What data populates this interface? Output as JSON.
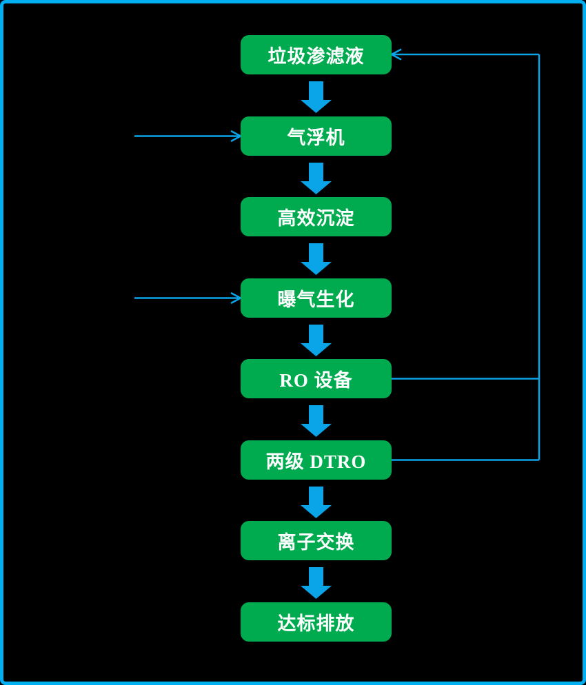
{
  "diagram": {
    "description": "垃圾渗滤液处理工艺流程图",
    "nodes": [
      {
        "id": "leachate",
        "label": "垃圾渗滤液"
      },
      {
        "id": "air-flotation",
        "label": "气浮机"
      },
      {
        "id": "sedimentation",
        "label": "高效沉淀"
      },
      {
        "id": "aeration",
        "label": "曝气生化"
      },
      {
        "id": "ro",
        "label": "RO 设备"
      },
      {
        "id": "dtro",
        "label": "两级 DTRO"
      },
      {
        "id": "ion-exchange",
        "label": "离子交换"
      },
      {
        "id": "discharge",
        "label": "达标排放"
      }
    ],
    "edges": [
      {
        "from": "垃圾渗滤液",
        "to": "气浮机",
        "type": "down-arrow"
      },
      {
        "from": "气浮机",
        "to": "高效沉淀",
        "type": "down-arrow"
      },
      {
        "from": "高效沉淀",
        "to": "曝气生化",
        "type": "down-arrow"
      },
      {
        "from": "曝气生化",
        "to": "RO 设备",
        "type": "down-arrow"
      },
      {
        "from": "RO 设备",
        "to": "两级 DTRO",
        "type": "down-arrow"
      },
      {
        "from": "两级 DTRO",
        "to": "离子交换",
        "type": "down-arrow"
      },
      {
        "from": "离子交换",
        "to": "达标排放",
        "type": "down-arrow"
      },
      {
        "from": "external-inlet-left",
        "to": "气浮机",
        "type": "inlet-arrow"
      },
      {
        "from": "external-inlet-left",
        "to": "曝气生化",
        "type": "inlet-arrow"
      },
      {
        "from": "RO 设备",
        "to": "垃圾渗滤液",
        "type": "recycle-loop-right"
      },
      {
        "from": "两级 DTRO",
        "to": "垃圾渗滤液",
        "type": "recycle-loop-right"
      }
    ],
    "colors": {
      "background": "#000000",
      "frame_border": "#00B0F0",
      "node_fill": "#00AB50",
      "node_text": "#FFFFFF",
      "connector": "#0AA5E9"
    }
  }
}
